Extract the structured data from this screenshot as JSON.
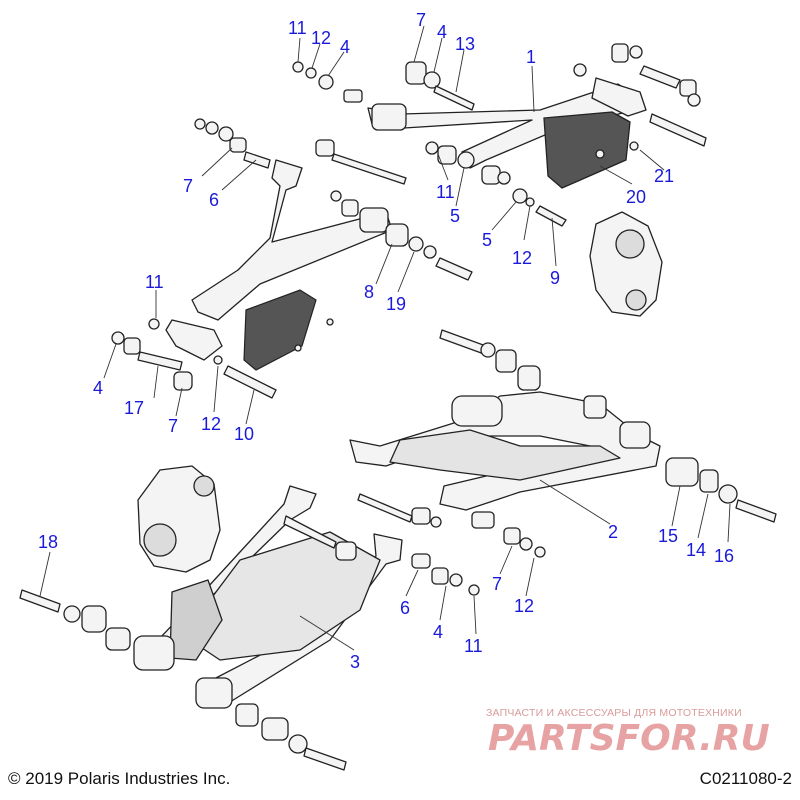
{
  "diagram": {
    "callouts": [
      {
        "label": "11"
      },
      {
        "label": "12"
      },
      {
        "label": "4"
      },
      {
        "label": "7"
      },
      {
        "label": "4"
      },
      {
        "label": "13"
      },
      {
        "label": "1"
      },
      {
        "label": "7"
      },
      {
        "label": "6"
      },
      {
        "label": "11"
      },
      {
        "label": "5"
      },
      {
        "label": "21"
      },
      {
        "label": "20"
      },
      {
        "label": "5"
      },
      {
        "label": "12"
      },
      {
        "label": "9"
      },
      {
        "label": "8"
      },
      {
        "label": "19"
      },
      {
        "label": "11"
      },
      {
        "label": "4"
      },
      {
        "label": "17"
      },
      {
        "label": "7"
      },
      {
        "label": "12"
      },
      {
        "label": "10"
      },
      {
        "label": "2"
      },
      {
        "label": "15"
      },
      {
        "label": "14"
      },
      {
        "label": "16"
      },
      {
        "label": "18"
      },
      {
        "label": "7"
      },
      {
        "label": "6"
      },
      {
        "label": "12"
      },
      {
        "label": "4"
      },
      {
        "label": "11"
      },
      {
        "label": "3"
      }
    ]
  },
  "footer": {
    "copyright": "© 2019 Polaris Industries Inc.",
    "diagram_code": "C0211080-2"
  },
  "watermark": {
    "tagline": "ЗАПЧАСТИ И АКСЕССУАРЫ ДЛЯ МОТОТЕХНИКИ",
    "brand": "PARTSFOR.RU"
  },
  "colors": {
    "callout": "#1a1adb",
    "line": "#222222",
    "watermark": "#e7a3a3"
  }
}
